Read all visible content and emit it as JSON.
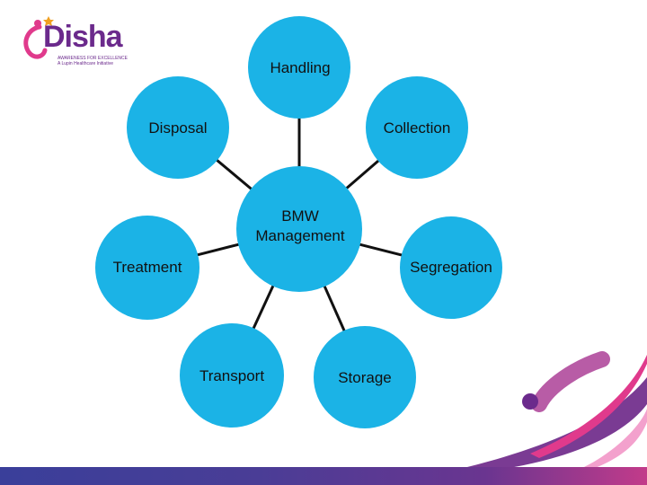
{
  "logo": {
    "brand": "Disha",
    "tagline_line1": "AWARENESS FOR EXCELLENCE",
    "tagline_line2": "A Lupin Healthcare Initiative",
    "color": "#6b2a8c",
    "accent": "#e03a8c"
  },
  "diagram": {
    "center": {
      "label_line1": "BMW",
      "label_line2": "Management"
    },
    "nodes": [
      {
        "label": "Handling"
      },
      {
        "label": "Collection"
      },
      {
        "label": "Segregation"
      },
      {
        "label": "Storage"
      },
      {
        "label": "Transport"
      },
      {
        "label": "Treatment"
      },
      {
        "label": "Disposal"
      }
    ],
    "node_color": "#1bb3e6",
    "line_color": "#111111"
  }
}
